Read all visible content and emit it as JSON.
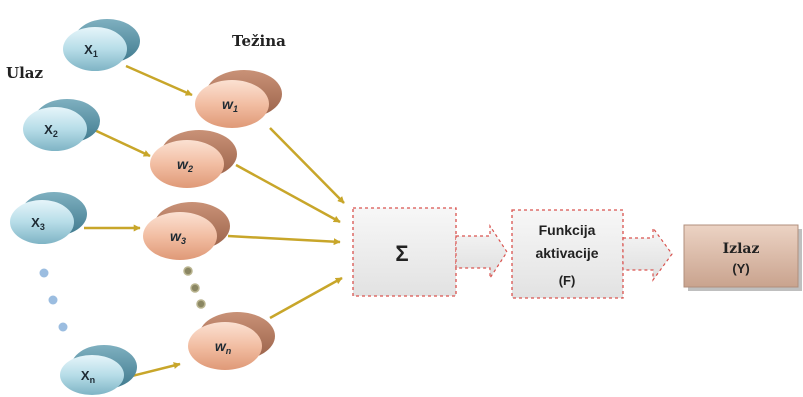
{
  "labels": {
    "input": "Ulaz",
    "weight": "Težina"
  },
  "inputs": [
    {
      "main": "X",
      "sub": "1"
    },
    {
      "main": "X",
      "sub": "2"
    },
    {
      "main": "X",
      "sub": "3"
    },
    {
      "main": "X",
      "sub": "n"
    }
  ],
  "weights": [
    {
      "main": "w",
      "sub": "1"
    },
    {
      "main": "w",
      "sub": "2"
    },
    {
      "main": "w",
      "sub": "3"
    },
    {
      "main": "w",
      "sub": "n"
    }
  ],
  "sum_symbol": "Σ",
  "activation": {
    "line1": "Funkcija",
    "line2": "aktivacije",
    "line3": "(F)"
  },
  "output": {
    "line1": "Izlaz",
    "line2": "(Y)"
  },
  "colors": {
    "input_node": "#9fcfdc",
    "weight_node": "#e8a98a",
    "arrow": "#c8a62a",
    "dashed_border": "#d9534f",
    "box_fill": "#eeeeee",
    "output_fill": "#d9b9a8",
    "input_dots": "#9bbde0",
    "weight_dots": "#8a8662"
  }
}
